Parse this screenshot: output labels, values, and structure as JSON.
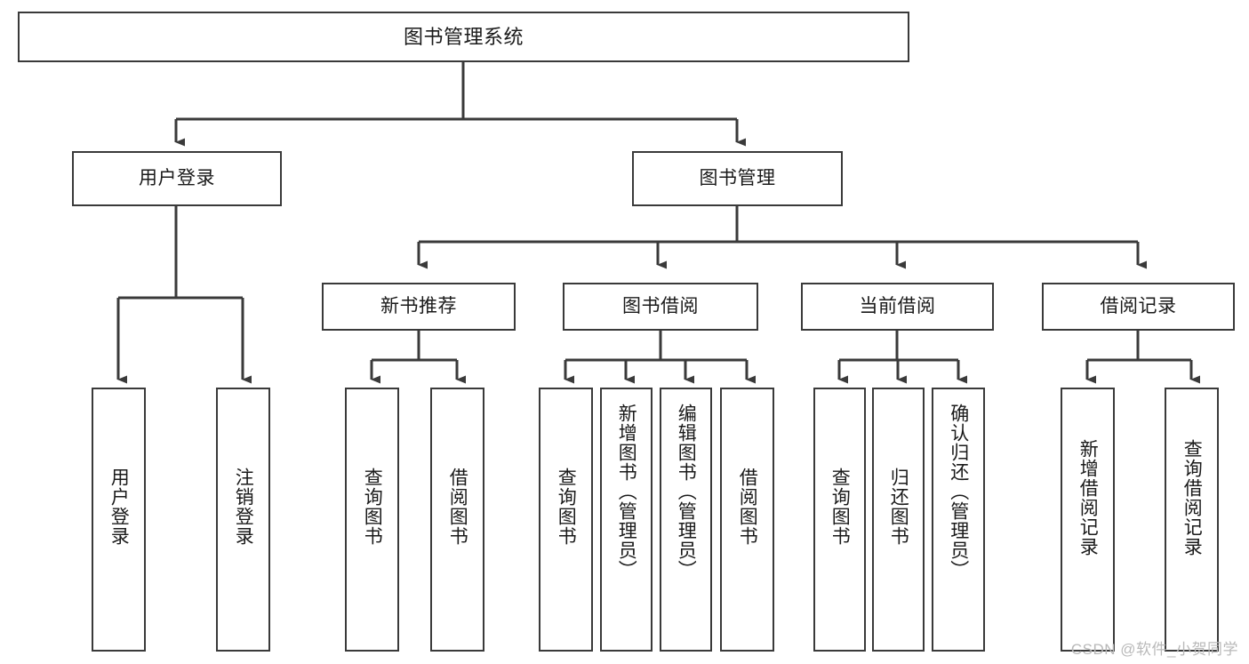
{
  "diagram": {
    "title": "图书管理系统",
    "type": "hierarchy-tree",
    "root": {
      "id": "root",
      "label": "图书管理系统"
    },
    "level2": [
      {
        "id": "user-login",
        "label": "用户登录"
      },
      {
        "id": "book-manage",
        "label": "图书管理"
      }
    ],
    "level3": [
      {
        "id": "new-book-rec",
        "label": "新书推荐",
        "parent": "book-manage"
      },
      {
        "id": "book-borrow",
        "label": "图书借阅",
        "parent": "book-manage"
      },
      {
        "id": "current-borrow",
        "label": "当前借阅",
        "parent": "book-manage"
      },
      {
        "id": "borrow-record",
        "label": "借阅记录",
        "parent": "book-manage"
      }
    ],
    "leaves": [
      {
        "id": "leaf-user-login",
        "label": "用户登录",
        "parent": "user-login"
      },
      {
        "id": "leaf-logout-login",
        "label": "注销登录",
        "parent": "user-login"
      },
      {
        "id": "leaf-query-book-1",
        "label": "查询图书",
        "parent": "new-book-rec"
      },
      {
        "id": "leaf-borrow-book-1",
        "label": "借阅图书",
        "parent": "new-book-rec"
      },
      {
        "id": "leaf-query-book-2",
        "label": "查询图书",
        "parent": "book-borrow"
      },
      {
        "id": "leaf-add-book",
        "label": "新增图书（管理员）",
        "parent": "book-borrow"
      },
      {
        "id": "leaf-edit-book",
        "label": "编辑图书（管理员）",
        "parent": "book-borrow"
      },
      {
        "id": "leaf-borrow-book-2",
        "label": "借阅图书",
        "parent": "book-borrow"
      },
      {
        "id": "leaf-query-book-3",
        "label": "查询图书",
        "parent": "current-borrow"
      },
      {
        "id": "leaf-return-book",
        "label": "归还图书",
        "parent": "current-borrow"
      },
      {
        "id": "leaf-confirm-return",
        "label": "确认归还（管理员）",
        "parent": "current-borrow"
      },
      {
        "id": "leaf-add-record",
        "label": "新增借阅记录",
        "parent": "borrow-record"
      },
      {
        "id": "leaf-query-record",
        "label": "查询借阅记录",
        "parent": "borrow-record"
      }
    ],
    "colors": {
      "border": "#3a3a3a",
      "background": "#ffffff",
      "text": "#1a1a1a",
      "watermark": "#b9b9b9"
    }
  },
  "watermark": {
    "text": "CSDN @软件_小贺同学"
  }
}
